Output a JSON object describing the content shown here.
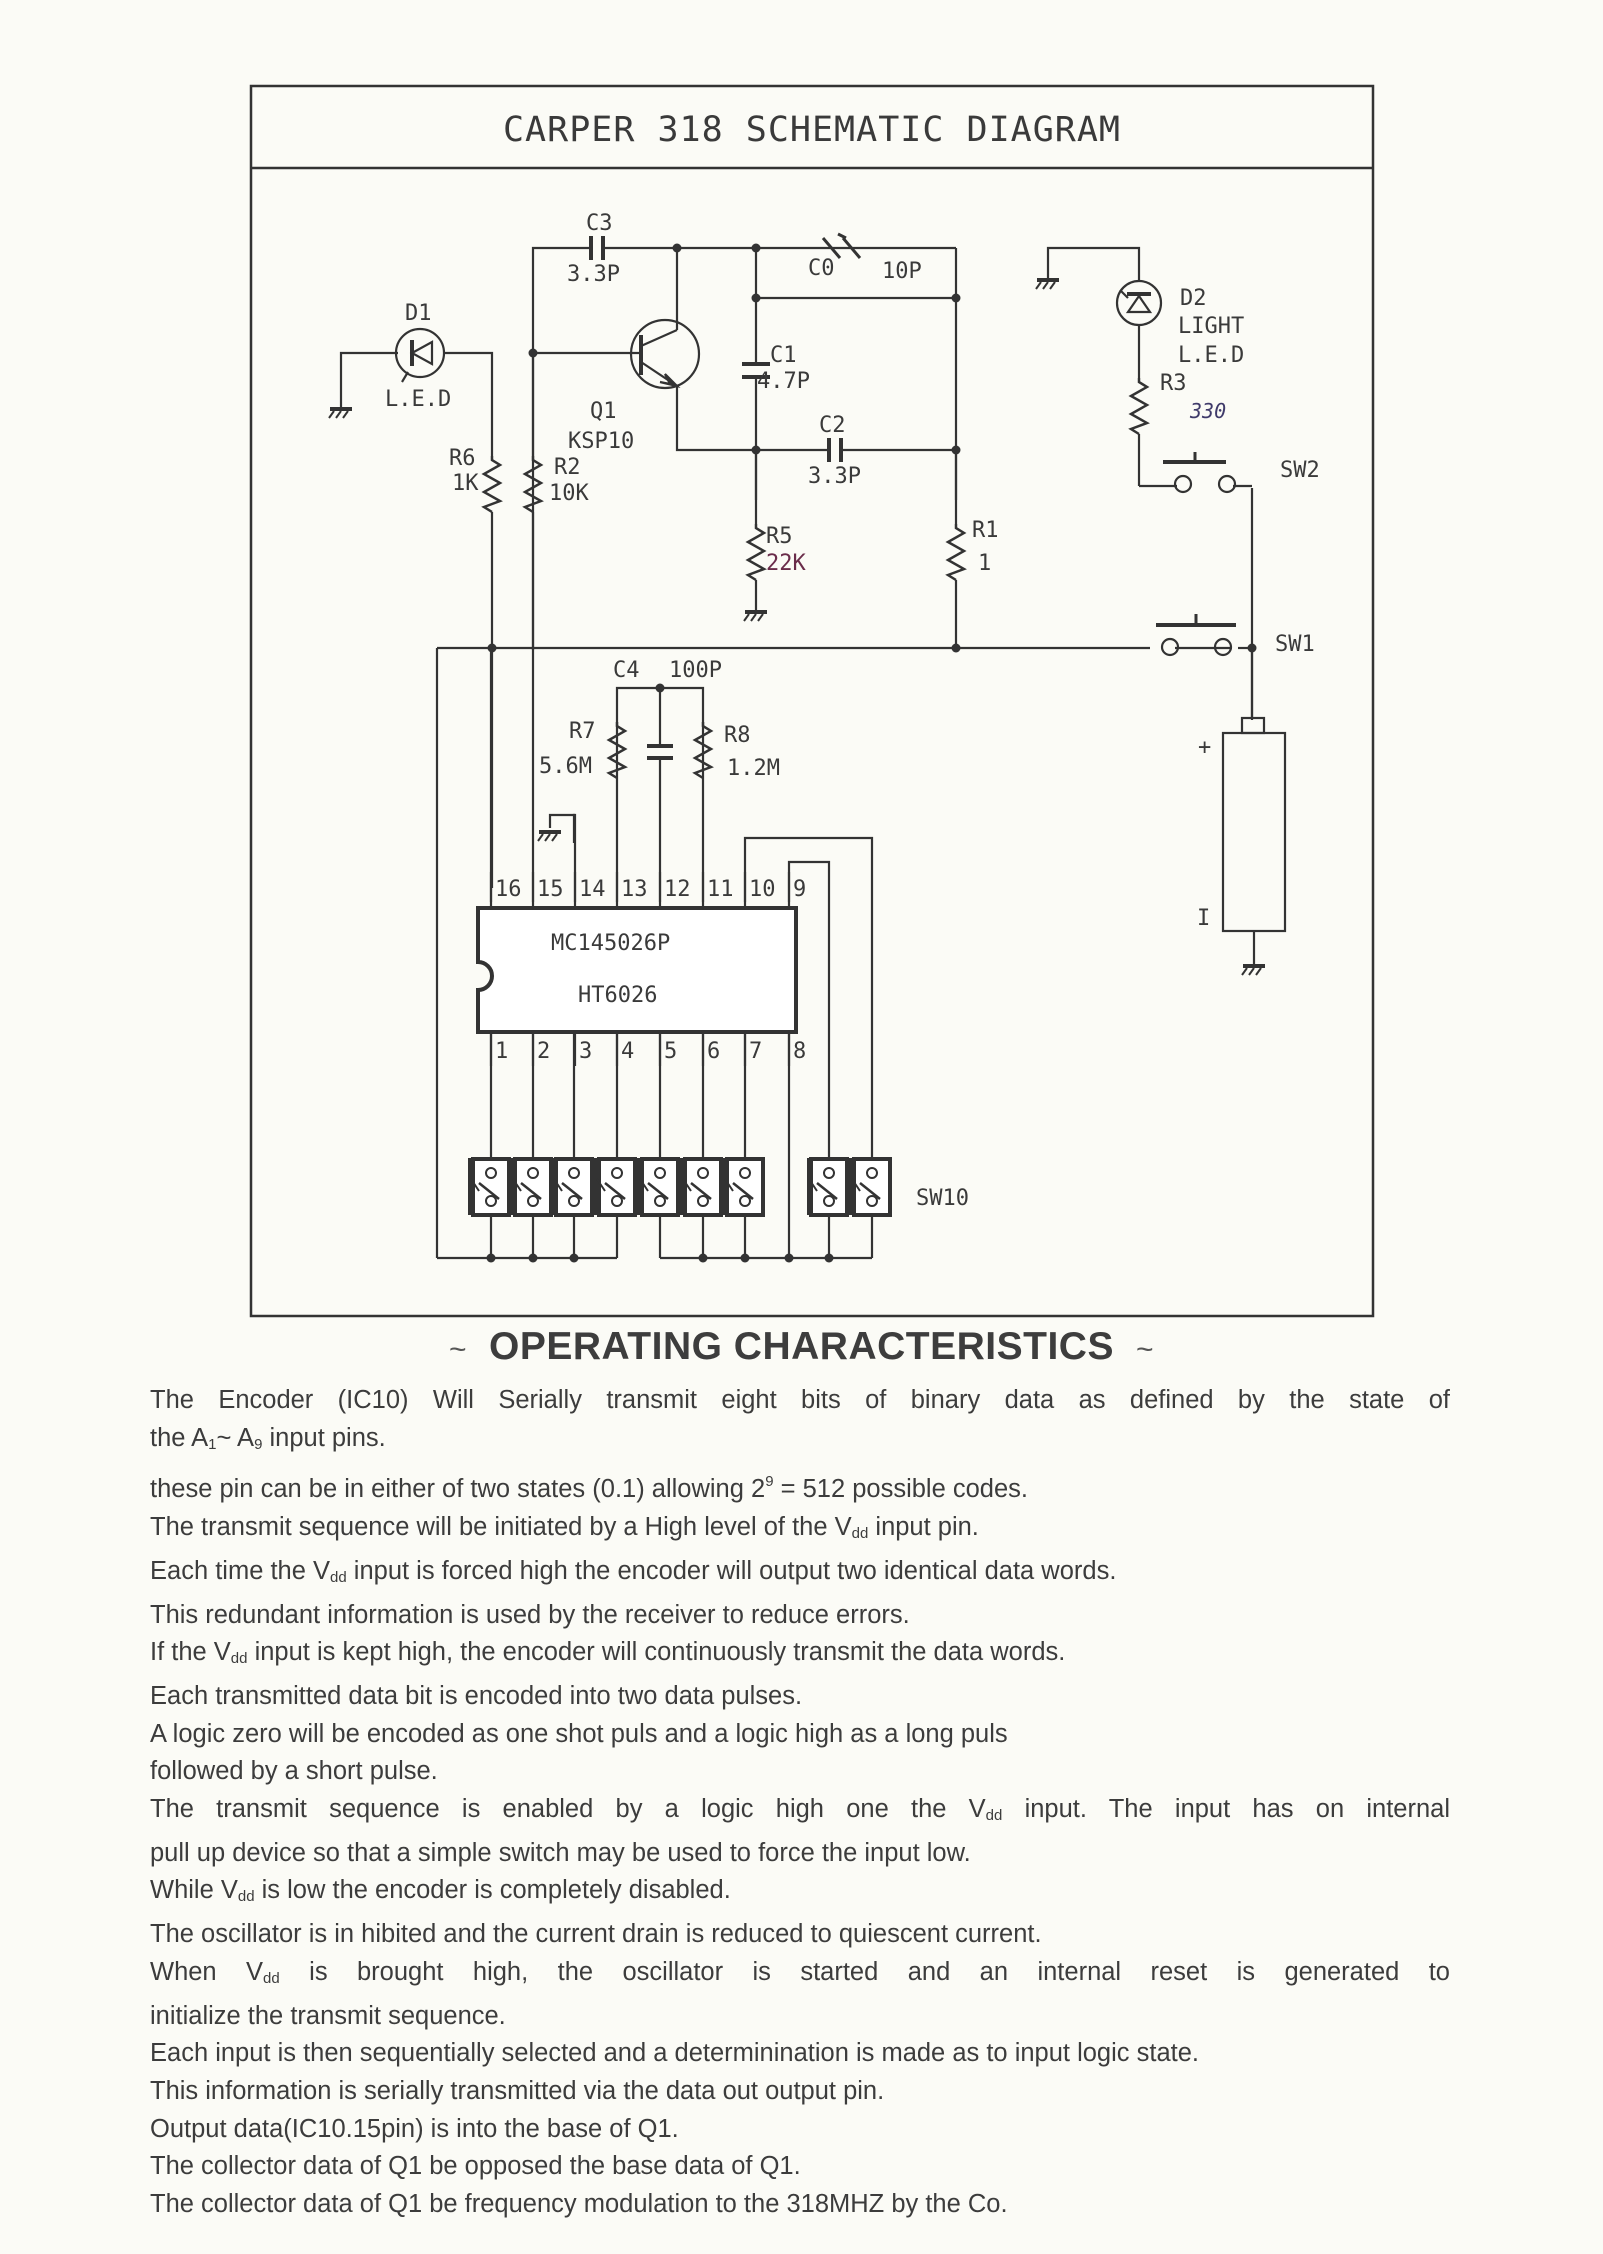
{
  "title": "CARPER 318 SCHEMATIC DIAGRAM",
  "components": {
    "D1": {
      "ref": "D1",
      "type": "L.E.D"
    },
    "D2": {
      "ref": "D2",
      "line1": "LIGHT",
      "line2": "L.E.D"
    },
    "Q1": {
      "ref": "Q1",
      "part": "KSP10"
    },
    "C0": {
      "ref": "C0",
      "value": "10P"
    },
    "C1": {
      "ref": "C1",
      "value": "4.7P"
    },
    "C2": {
      "ref": "C2",
      "value": "3.3P"
    },
    "C3": {
      "ref": "C3",
      "value": "3.3P"
    },
    "C4": {
      "ref": "C4",
      "value": "100P"
    },
    "R1": {
      "ref": "R1",
      "value": "1"
    },
    "R2": {
      "ref": "R2",
      "value": "10K"
    },
    "R3": {
      "ref": "R3",
      "value": "330"
    },
    "R5": {
      "ref": "R5",
      "value": "22K"
    },
    "R6": {
      "ref": "R6",
      "value": "1K"
    },
    "R7": {
      "ref": "R7",
      "value": "5.6M"
    },
    "R8": {
      "ref": "R8",
      "value": "1.2M"
    },
    "SW1": {
      "ref": "SW1"
    },
    "SW2": {
      "ref": "SW2"
    },
    "SW10": {
      "ref": "SW10"
    },
    "battery": {
      "plus": "+",
      "minus": "I"
    }
  },
  "ic": {
    "part1": "MC145026P",
    "part2": "HT6026",
    "top_pins": [
      "16",
      "15",
      "14",
      "13",
      "12",
      "11",
      "10",
      "9"
    ],
    "bottom_pins": [
      "1",
      "2",
      "3",
      "4",
      "5",
      "6",
      "7",
      "8"
    ]
  },
  "section": {
    "tilde": "~",
    "heading": "OPERATING CHARACTERISTICS"
  },
  "text": {
    "p1": "The Encoder (IC10) Will Serially transmit eight bits of binary data as defined by the state of",
    "p2_a": "the A",
    "p2_sub1": "1",
    "p2_b": "~ A",
    "p2_sub2": "9",
    "p2_c": " input pins.",
    "p3_a": "these pin can be in either of two states (0.1) allowing 2",
    "p3_sup": "9",
    "p3_b": " = 512 possible codes.",
    "p4_a": "The transmit sequence will be initiated by a High level of the V",
    "p4_b": " input pin.",
    "p5_a": "Each time the V",
    "p5_b": " input is forced high the encoder will output two identical data words.",
    "p6": "This redundant information is used by the receiver to reduce errors.",
    "p7_a": "If the V",
    "p7_b": " input is kept high, the encoder will continuously transmit the data words.",
    "p8": "Each transmitted data bit is encoded into two data pulses.",
    "p9": "A logic zero will be encoded as one shot puls and a logic high as a long puls",
    "p10": "followed by a short pulse.",
    "p11_a": "The transmit sequence is enabled by a logic high one the V",
    "p11_b": " input. The input has on internal",
    "p12": "pull up device so that a simple switch may be used to force the input low.",
    "p13_a": "While V",
    "p13_b": " is low the encoder is completely disabled.",
    "p14": "The oscillator is in hibited and the current drain is reduced to quiescent current.",
    "p15_a": "When V",
    "p15_b": " is brought high, the oscillator is started and an internal reset is generated to",
    "p16": "initialize the transmit sequence.",
    "p17": "Each input is then sequentially selected and a determinination is made as to input logic state.",
    "p18": "This information is serially transmitted via the data out output pin.",
    "p19": "Output data(IC10.15pin) is into the base of Q1.",
    "p20": "The collector data of Q1 be opposed the base data of Q1.",
    "p21": "The collector data of Q1 be frequency modulation to the 318MHZ by the Co.",
    "vdd_sub": "dd"
  }
}
